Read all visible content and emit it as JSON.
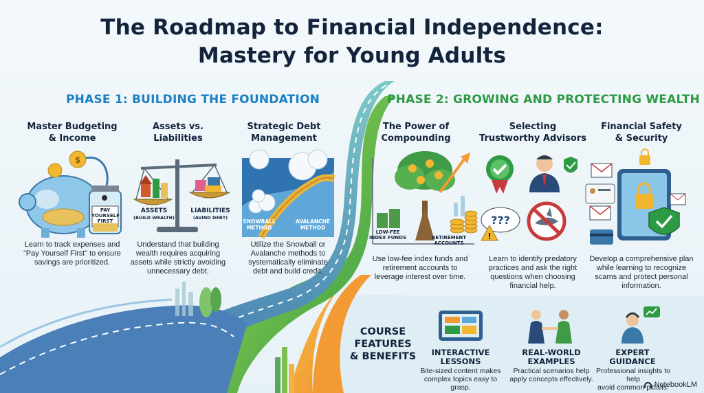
{
  "title": {
    "line1": "The Roadmap to Financial Independence:",
    "line2": "Mastery for Young Adults"
  },
  "phase1": {
    "heading": "PHASE 1: BUILDING THE FOUNDATION",
    "color": "#1b7fc4",
    "cards": [
      {
        "title_lines": [
          "Master Budgeting",
          "& Income"
        ],
        "desc_lines": [
          "Learn to track expenses and",
          "“Pay Yourself First” to ensure",
          "savings are prioritized."
        ],
        "jar_label": [
          "PAY",
          "YOURSELF",
          "FIRST"
        ]
      },
      {
        "title_lines": [
          "Assets vs.",
          "Liabilities"
        ],
        "desc_lines": [
          "Understand that building",
          "wealth requires acquiring",
          "assets while strictly avoiding",
          "unnecessary debt."
        ],
        "assets_label": "ASSETS",
        "assets_sub": "(BUILD WEALTH)",
        "liabilities_label": "LIABILITIES",
        "liabilities_sub": "(AVIND DEBT)"
      },
      {
        "title_lines": [
          "Strategic Debt",
          "Management"
        ],
        "desc_lines": [
          "Utilize the Snowball or",
          "Avalanche methods to",
          "systematically eliminate",
          "debt and build credit."
        ],
        "snowball_label": [
          "SNOWBALL",
          "METHOD"
        ],
        "avalanche_label": [
          "AVALANCHE",
          "METHOD"
        ]
      }
    ]
  },
  "phase2": {
    "heading": "PHASE 2: GROWING AND PROTECTING WEALTH",
    "color": "#2e9a44",
    "cards": [
      {
        "title_lines": [
          "The Power of",
          "Compounding"
        ],
        "desc_lines": [
          "Use low-fee index funds and",
          "retirement accounts to",
          "leverage interest over time."
        ],
        "left_label": [
          "LOW-FEE",
          "INDEX FUNDS"
        ],
        "right_label": [
          "RETIREMENT",
          "ACCOUNTS"
        ]
      },
      {
        "title_lines": [
          "Selecting",
          "Trustworthy Advisors"
        ],
        "desc_lines": [
          "Learn to identify predatory",
          "practices and ask the right",
          "questions when choosing",
          "financial help."
        ]
      },
      {
        "title_lines": [
          "Financial Safety",
          "& Security"
        ],
        "desc_lines": [
          "Develop a comprehensive plan",
          "while learning to recognize",
          "scams and protect personal",
          "information."
        ]
      }
    ]
  },
  "features": {
    "heading_lines": [
      "COURSE",
      "FEATURES",
      "& BENEFITS"
    ],
    "items": [
      {
        "title_lines": [
          "INTERACTIVE",
          "LESSONS"
        ],
        "desc_lines": [
          "Bite-sized content makes",
          "complex topics easy to grasp."
        ]
      },
      {
        "title_lines": [
          "REAL-WORLD",
          "EXAMPLES"
        ],
        "desc_lines": [
          "Practical scenarios help",
          "apply concepts effectively."
        ]
      },
      {
        "title_lines": [
          "EXPERT",
          "GUIDANCE"
        ],
        "desc_lines": [
          "Professional insights to help",
          "avoid common pitfalls."
        ]
      }
    ]
  },
  "brand": "NotebookLM"
}
